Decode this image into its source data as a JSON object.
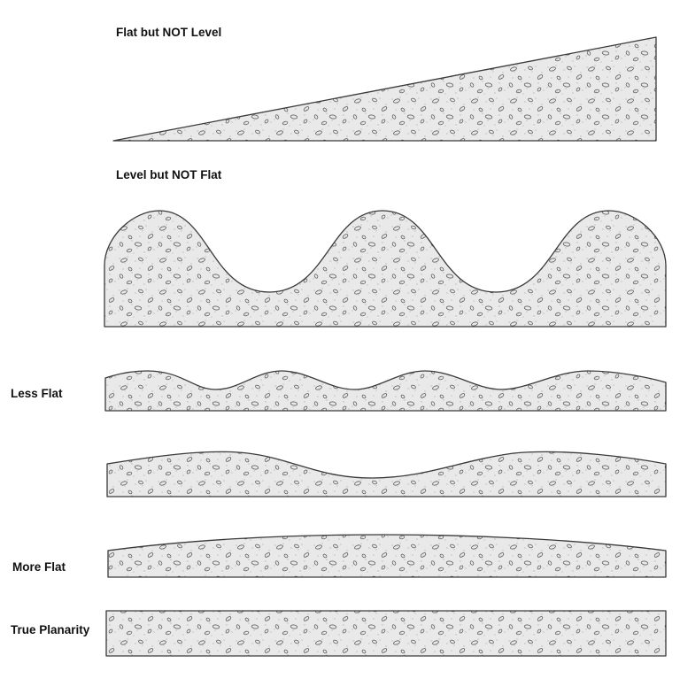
{
  "labels": {
    "flat_not_level": "Flat but NOT Level",
    "level_not_flat": "Level but NOT Flat",
    "less_flat": "Less Flat",
    "more_flat": "More Flat",
    "true_planarity": "True Planarity"
  },
  "colors": {
    "concrete_fill": "#e9e9e9",
    "outline": "#3a3a3a",
    "aggregate_stroke": "#5a5a5a",
    "sand_dot": "#8a8a8a"
  }
}
